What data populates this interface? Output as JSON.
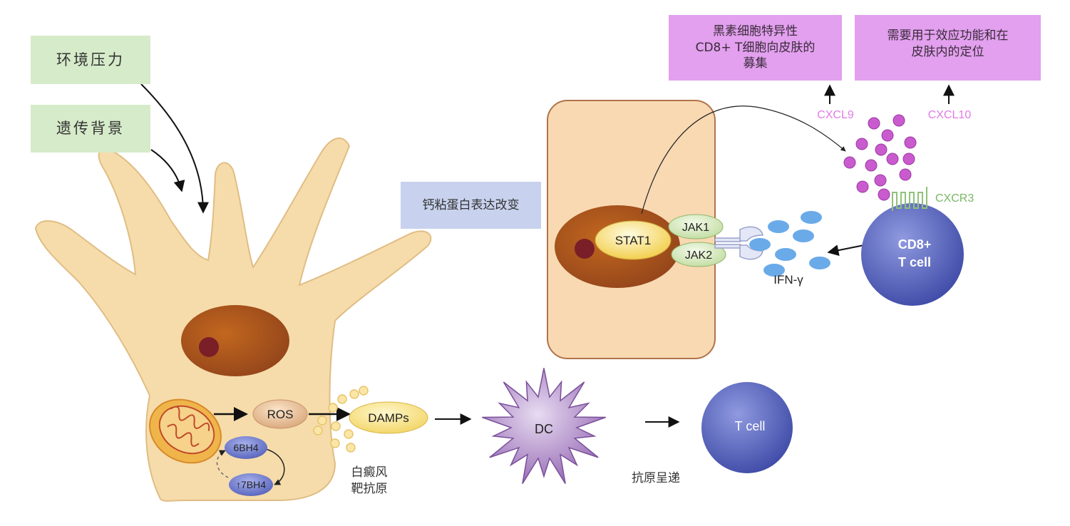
{
  "stress_boxes": {
    "environmental_stress": "环境压力",
    "genetic_background": "遗传背景"
  },
  "melanocyte": {
    "ros": "ROS",
    "damps": "DAMPs",
    "cofactor_6bh4": "6BH4",
    "cofactor_7bh4": "↑7BH4"
  },
  "vitiligo_target_antigen": [
    "白癜风",
    "靶抗原"
  ],
  "dc_label": "DC",
  "antigen_presentation": "抗原呈递",
  "t_cell_label": "T cell",
  "calcium_adhesion_box": "钙粘蛋白表达改变",
  "keratinocyte": {
    "stat1": "STAT1",
    "jak1": "JAK1",
    "jak2": "JAK2"
  },
  "ifn_gamma": "IFN-γ",
  "cd8_t_cell": [
    "CD8+",
    "T cell"
  ],
  "cxcr3": "CXCR3",
  "cxcl9": "CXCL9",
  "cxcl10": "CXCL10",
  "recruitment_box": [
    "黑素细胞特异性",
    "CD8+ T细胞向皮肤的",
    "募集"
  ],
  "localization_box": [
    "需要用于效应功能和在",
    "皮肤内的定位"
  ],
  "colors": {
    "melanocyte_body": "#f6dcaa",
    "nucleus": "#b3581c",
    "nucleolus": "#7a1e28",
    "keratinocyte": "#f8d9b2",
    "cell_blue": "#5a68bf",
    "chemokine": "#c95bcf",
    "ifn_dot": "#6aaae8",
    "green_box": "#d6ebc9",
    "purple_box": "#e2a0ee",
    "blue_box": "#c8d2ee",
    "dc": "#9a6ab8"
  }
}
